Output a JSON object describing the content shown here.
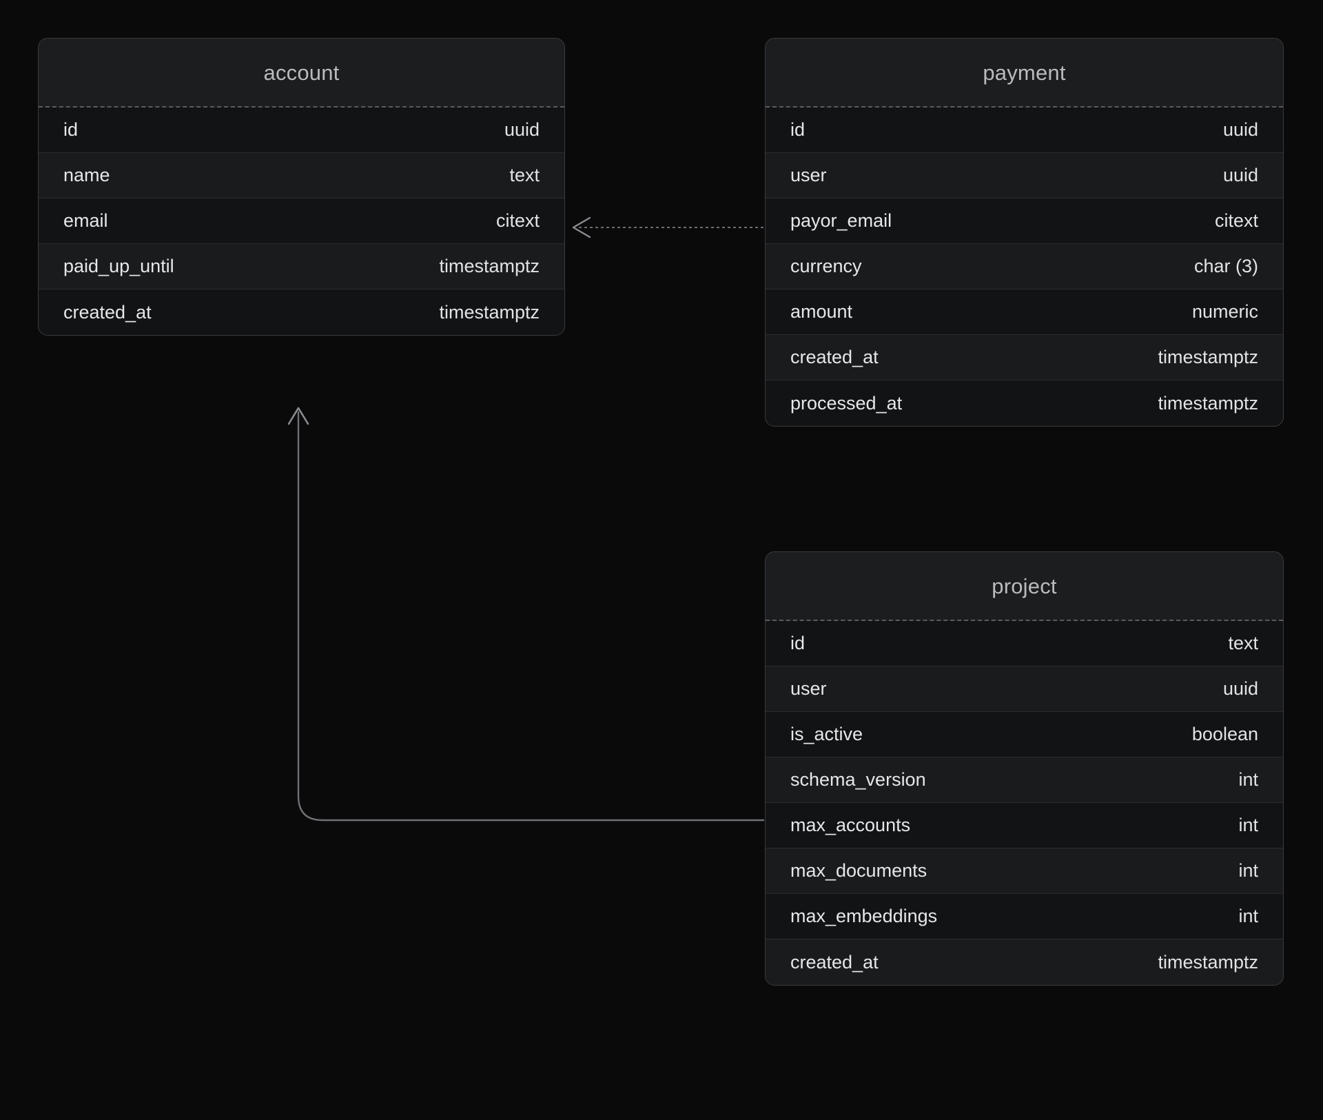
{
  "diagram": {
    "title": "database-schema",
    "background_color": "#0a0a0b",
    "entity_border_color": "#3a3b3e",
    "edge_color": "#6b6d71"
  },
  "entities": [
    {
      "id": "account",
      "name": "account",
      "fields": [
        {
          "name": "id",
          "type": "uuid"
        },
        {
          "name": "name",
          "type": "text"
        },
        {
          "name": "email",
          "type": "citext"
        },
        {
          "name": "paid_up_until",
          "type": "timestamptz"
        },
        {
          "name": "created_at",
          "type": "timestamptz"
        }
      ]
    },
    {
      "id": "payment",
      "name": "payment",
      "fields": [
        {
          "name": "id",
          "type": "uuid"
        },
        {
          "name": "user",
          "type": "uuid"
        },
        {
          "name": "payor_email",
          "type": "citext"
        },
        {
          "name": "currency",
          "type": "char (3)"
        },
        {
          "name": "amount",
          "type": "numeric"
        },
        {
          "name": "created_at",
          "type": "timestamptz"
        },
        {
          "name": "processed_at",
          "type": "timestamptz"
        }
      ]
    },
    {
      "id": "project",
      "name": "project",
      "fields": [
        {
          "name": "id",
          "type": "text"
        },
        {
          "name": "user",
          "type": "uuid"
        },
        {
          "name": "is_active",
          "type": "boolean"
        },
        {
          "name": "schema_version",
          "type": "int"
        },
        {
          "name": "max_accounts",
          "type": "int"
        },
        {
          "name": "max_documents",
          "type": "int"
        },
        {
          "name": "max_embeddings",
          "type": "int"
        },
        {
          "name": "created_at",
          "type": "timestamptz"
        }
      ]
    }
  ],
  "relationships": [
    {
      "id": "payment-user-to-account",
      "from": "payment",
      "to": "account",
      "style": "dashed",
      "direction": "left"
    },
    {
      "id": "project-user-to-account",
      "from": "project",
      "to": "account",
      "style": "solid",
      "direction": "up"
    }
  ]
}
